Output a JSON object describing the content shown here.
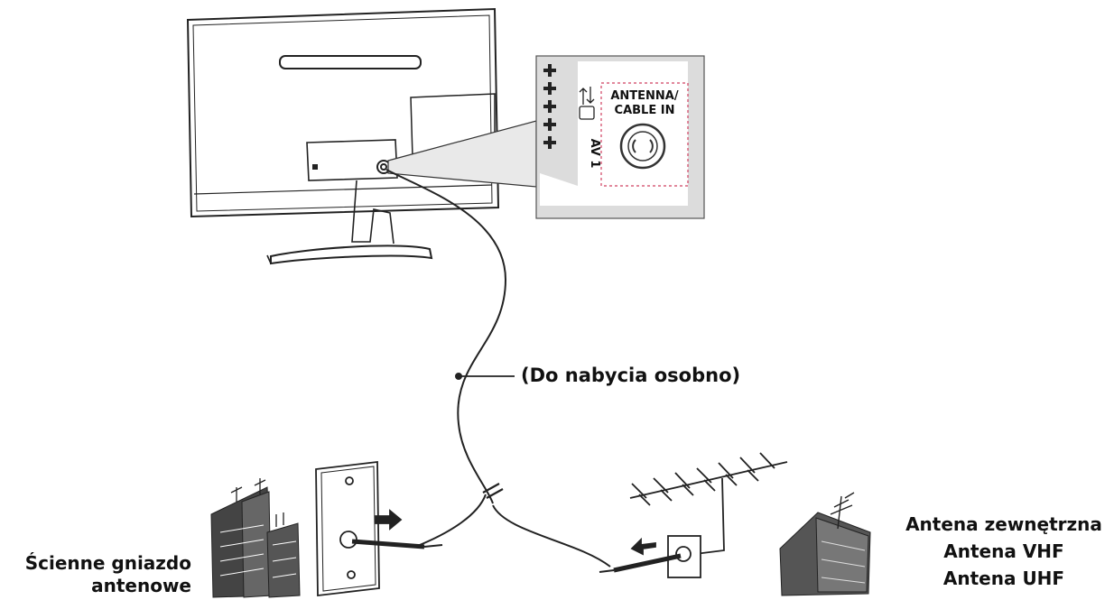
{
  "panel": {
    "antenna_line1": "ANTENNA/",
    "antenna_line2": "CABLE IN",
    "av_label": "AV 1"
  },
  "labels": {
    "cable_note": "(Do nabycia osobno)",
    "wall_socket_line1": "Ścienne gniazdo",
    "wall_socket_line2": "antenowe",
    "outdoor_title": "Antena zewnętrzna",
    "vhf": "Antena VHF",
    "uhf": "Antena UHF"
  },
  "colors": {
    "line": "#222222",
    "panel_bg": "#e4e4e4",
    "highlight_dash": "#d04060"
  }
}
